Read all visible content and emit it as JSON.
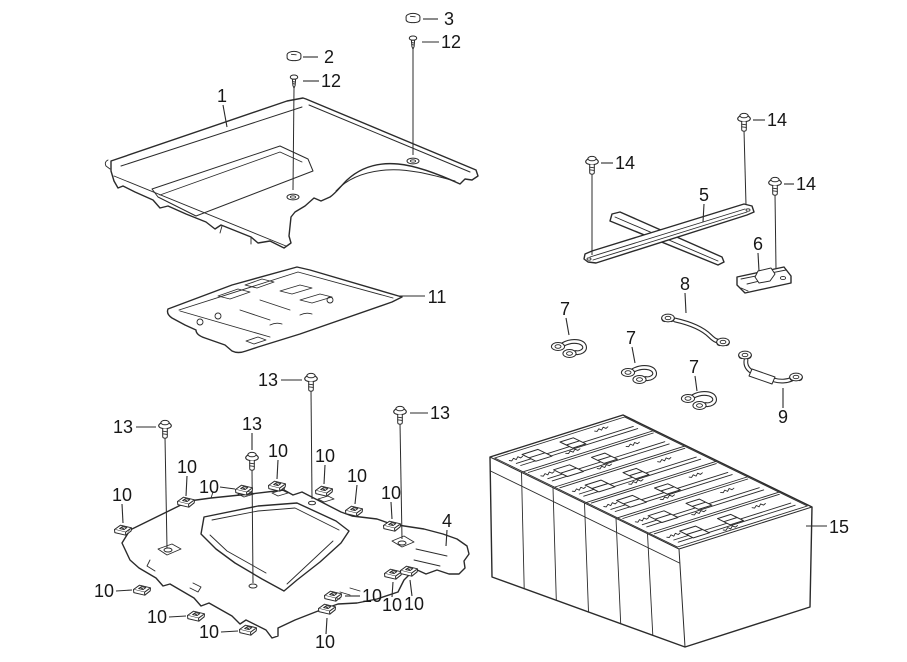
{
  "diagram": {
    "type": "exploded-parts-diagram",
    "background_color": "#ffffff",
    "line_color": "#2b2b2b",
    "text_color": "#171717",
    "callouts": [
      {
        "label": "1"
      },
      {
        "label": "2"
      },
      {
        "label": "3"
      },
      {
        "label": "12"
      },
      {
        "label": "12"
      },
      {
        "label": "11"
      },
      {
        "label": "13"
      },
      {
        "label": "13"
      },
      {
        "label": "13"
      },
      {
        "label": "13"
      },
      {
        "label": "4"
      },
      {
        "label": "5"
      },
      {
        "label": "6"
      },
      {
        "label": "7"
      },
      {
        "label": "7"
      },
      {
        "label": "7"
      },
      {
        "label": "8"
      },
      {
        "label": "9"
      },
      {
        "label": "14"
      },
      {
        "label": "14"
      },
      {
        "label": "14"
      },
      {
        "label": "15"
      },
      {
        "label": "10"
      },
      {
        "label": "10"
      },
      {
        "label": "10"
      },
      {
        "label": "10"
      },
      {
        "label": "10"
      },
      {
        "label": "10"
      },
      {
        "label": "10"
      },
      {
        "label": "10"
      },
      {
        "label": "10"
      },
      {
        "label": "10"
      },
      {
        "label": "10"
      },
      {
        "label": "10"
      },
      {
        "label": "10"
      },
      {
        "label": "10"
      }
    ]
  }
}
